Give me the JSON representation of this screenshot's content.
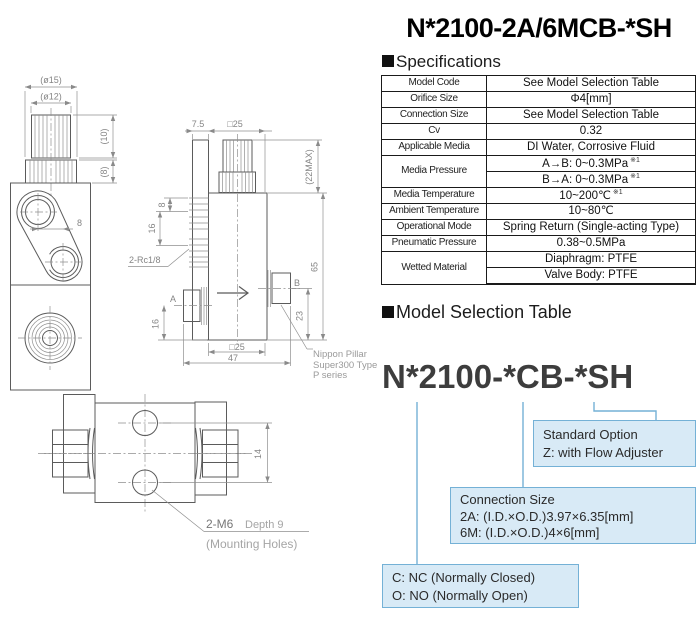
{
  "page": {
    "title": "N*2100-2A/6MCB-*SH"
  },
  "specifications": {
    "heading": "Specifications",
    "rows": [
      {
        "label": "Model Code",
        "value": "See Model Selection Table"
      },
      {
        "label": "Orifice Size",
        "value": "Φ4[mm]"
      },
      {
        "label": "Connection Size",
        "value": "See Model Selection Table"
      },
      {
        "label": "Cv",
        "value": "0.32"
      },
      {
        "label": "Applicable Media",
        "value": "DI Water, Corrosive Fluid"
      },
      {
        "label": "Media Pressure",
        "values": [
          {
            "value": "A→B: 0~0.3MPa",
            "note": "※1"
          },
          {
            "value": "B→A: 0~0.3MPa",
            "note": "※1"
          }
        ]
      },
      {
        "label": "Media Temperature",
        "value": "10~200℃",
        "note": "※1"
      },
      {
        "label": "Ambient Temperature",
        "value": "10~80℃"
      },
      {
        "label": "Operational Mode",
        "value": "Spring Return (Single-acting Type)"
      },
      {
        "label": "Pneumatic Pressure",
        "value": "0.38~0.5MPa"
      },
      {
        "label": "Wetted Material",
        "values": [
          {
            "value": "Diaphragm: PTFE"
          },
          {
            "value": "Valve Body: PTFE"
          }
        ]
      }
    ]
  },
  "model_selection": {
    "heading": "Model Selection Table",
    "model_code": "N*2100-*CB-*SH",
    "accent_color": "#74b1d6",
    "box_fill": "#d8eaf6",
    "callouts": {
      "standard_option": {
        "lines": [
          "Standard Option",
          "Z: with Flow Adjuster"
        ]
      },
      "connection_size": {
        "lines": [
          "Connection Size",
          "2A: (I.D.×O.D.)3.97×6.35[mm]",
          "6M: (I.D.×O.D.)4×6[mm]"
        ]
      },
      "valve_type": {
        "lines": [
          "C: NC (Normally Closed)",
          "O: NO (Normally Open)"
        ]
      }
    }
  },
  "drawing": {
    "front_view": {
      "dia15": "(ø15)",
      "dia12": "(ø12)",
      "dim10": "(10)",
      "dim8": "(8)",
      "pitch8": "8"
    },
    "side_view": {
      "dim75": "7.5",
      "sq25_top": "□25",
      "dim22max": "(22MAX)",
      "dim8": "8",
      "dim16_upper": "16",
      "thread_label": "2-Rc1/8",
      "port_a": "A",
      "dim16_lower": "16",
      "port_b": "B",
      "dim23": "23",
      "dim65": "65",
      "sq25_bottom": "□25",
      "dim47": "47",
      "fitting_note_1": "Nippon Pillar",
      "fitting_note_2": "Super300 Type",
      "fitting_note_3": "P series"
    },
    "bottom_view": {
      "dim14": "14",
      "holes_label_1": "2-M6",
      "holes_label_2": "Depth 9",
      "holes_label_3": "(Mounting Holes)"
    }
  }
}
